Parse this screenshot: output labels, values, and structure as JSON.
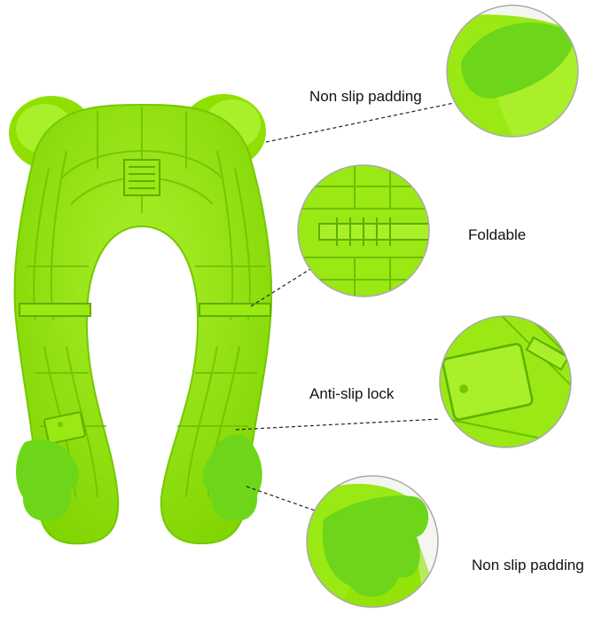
{
  "product": {
    "name": "foldable-potty-training-seat",
    "color_main": "#8fe000",
    "color_light": "#a9ef2a",
    "color_dark": "#63b800",
    "color_pad": "#6dd61a"
  },
  "callouts": [
    {
      "id": "non-slip-padding-top",
      "label": "Non slip padding"
    },
    {
      "id": "foldable",
      "label": "Foldable"
    },
    {
      "id": "anti-slip-lock",
      "label": "Anti-slip lock"
    },
    {
      "id": "non-slip-padding-bottom",
      "label": "Non slip padding"
    }
  ],
  "style": {
    "line_color": "#222222",
    "circle_border": "#aaaaaa"
  }
}
